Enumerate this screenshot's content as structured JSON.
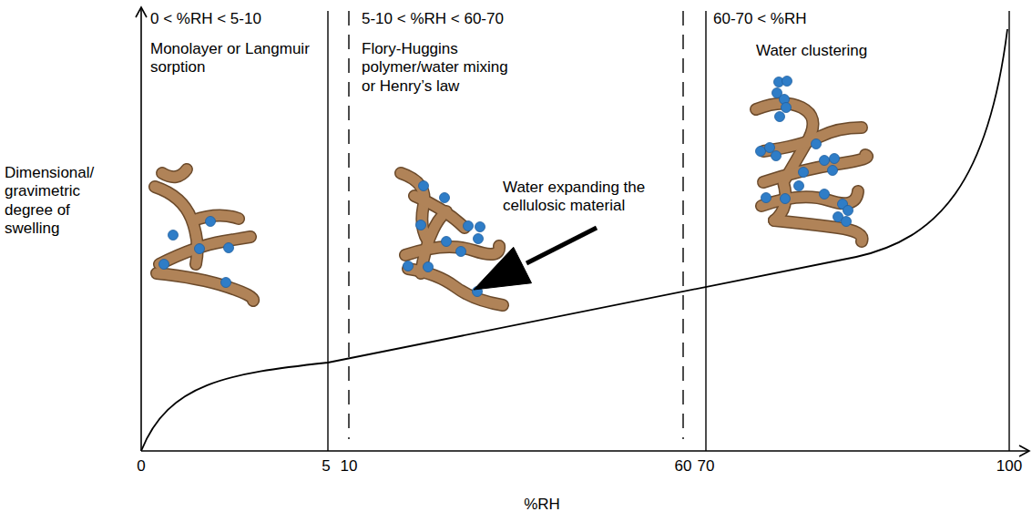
{
  "diagram": {
    "labels": [
      "0 < %RH < 5-10",
      "Monolayer or Langmuir sorption",
      "5-10 < %RH < 60-70",
      "Flory-Huggins polymer/water mixing or Henry’s law",
      "60-70 < %RH",
      "Water clustering",
      "Dimensional/ gravimetric degree of swelling",
      "Water expanding the cellulosic material",
      "0",
      "5",
      "10",
      "60",
      "70",
      "100",
      "%RH"
    ]
  }
}
